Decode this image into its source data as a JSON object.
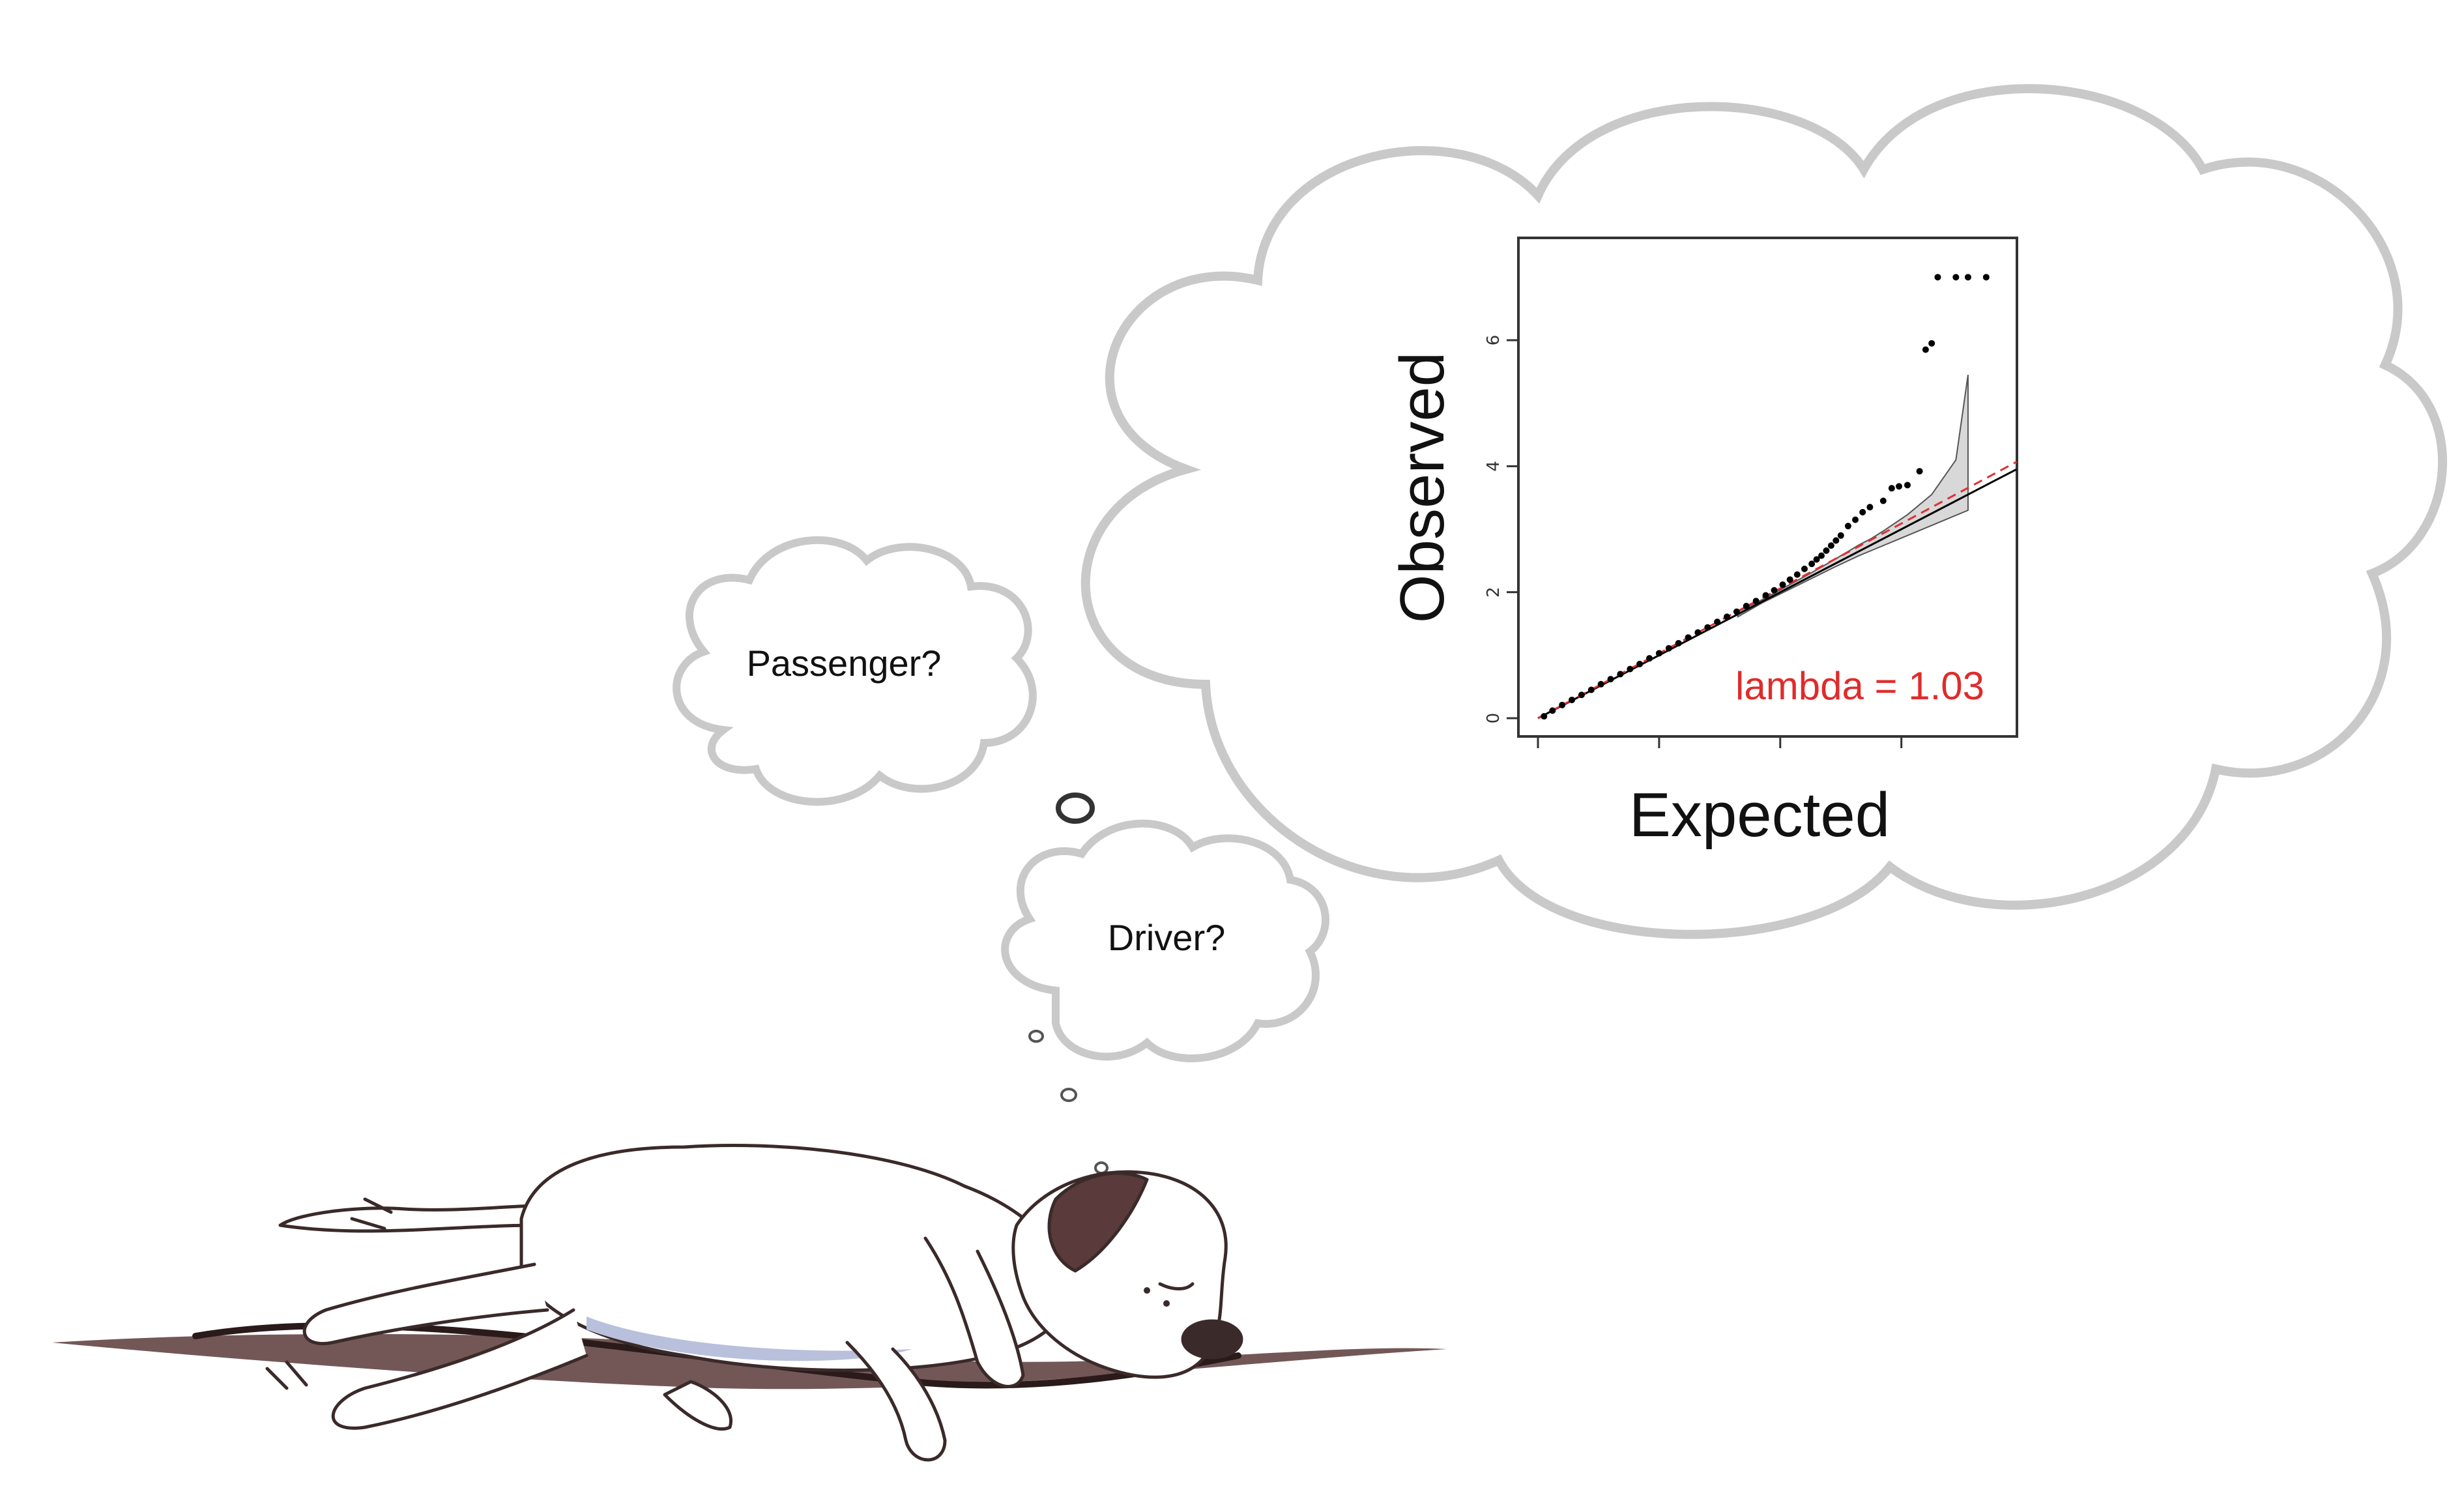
{
  "thoughts": {
    "passenger": "Passenger?",
    "driver": "Driver?"
  },
  "chart_data": {
    "type": "scatter",
    "subtype": "qq-plot",
    "xlabel": "Expected",
    "ylabel": "Observed",
    "annotation": "lambda = 1.03",
    "xlim": [
      0,
      3.9
    ],
    "ylim": [
      0,
      7.5
    ],
    "x_ticks": [
      0,
      1,
      2,
      3
    ],
    "y_ticks": [
      0,
      2,
      4,
      6
    ],
    "y_tick_labels": [
      "0",
      "2",
      "4",
      "6"
    ],
    "grid": false,
    "reference_line": {
      "slope": 1.0,
      "style": "solid",
      "color": "#000000"
    },
    "lambda_line": {
      "slope": 1.03,
      "style": "dashed",
      "color": "#e03030"
    },
    "confidence_band": {
      "x": [
        1.65,
        1.85,
        2.05,
        2.25,
        2.45,
        2.65,
        2.75,
        2.85,
        3.05,
        3.25,
        3.45,
        3.55
      ],
      "lower": [
        1.61,
        1.83,
        2.02,
        2.21,
        2.4,
        2.58,
        2.66,
        2.74,
        2.9,
        3.06,
        3.22,
        3.3
      ],
      "upper": [
        1.69,
        1.88,
        2.09,
        2.3,
        2.52,
        2.75,
        2.85,
        2.97,
        3.23,
        3.55,
        4.1,
        5.45
      ]
    },
    "points": {
      "x": [
        0.05,
        0.12,
        0.2,
        0.28,
        0.36,
        0.44,
        0.52,
        0.6,
        0.68,
        0.76,
        0.84,
        0.92,
        1.0,
        1.08,
        1.16,
        1.24,
        1.32,
        1.4,
        1.48,
        1.56,
        1.64,
        1.72,
        1.8,
        1.88,
        1.95,
        2.02,
        2.08,
        2.14,
        2.2,
        2.26,
        2.3,
        2.34,
        2.38,
        2.42,
        2.46,
        2.5,
        2.56,
        2.62,
        2.68,
        2.74,
        2.85,
        2.92,
        2.98,
        3.05,
        3.15,
        3.2,
        3.25,
        3.3,
        3.45
      ],
      "y": [
        0.03,
        0.12,
        0.21,
        0.29,
        0.37,
        0.45,
        0.54,
        0.62,
        0.7,
        0.78,
        0.86,
        0.95,
        1.03,
        1.11,
        1.19,
        1.28,
        1.36,
        1.44,
        1.53,
        1.61,
        1.69,
        1.78,
        1.86,
        1.95,
        2.03,
        2.12,
        2.2,
        2.28,
        2.37,
        2.45,
        2.52,
        2.58,
        2.66,
        2.74,
        2.82,
        2.9,
        3.05,
        3.15,
        3.27,
        3.35,
        3.45,
        3.65,
        3.68,
        3.7,
        3.92,
        5.85,
        5.95,
        7.0,
        7.0
      ]
    },
    "extra_top_points": {
      "x": [
        3.55,
        3.7
      ],
      "y": [
        7.0,
        7.0
      ]
    }
  }
}
